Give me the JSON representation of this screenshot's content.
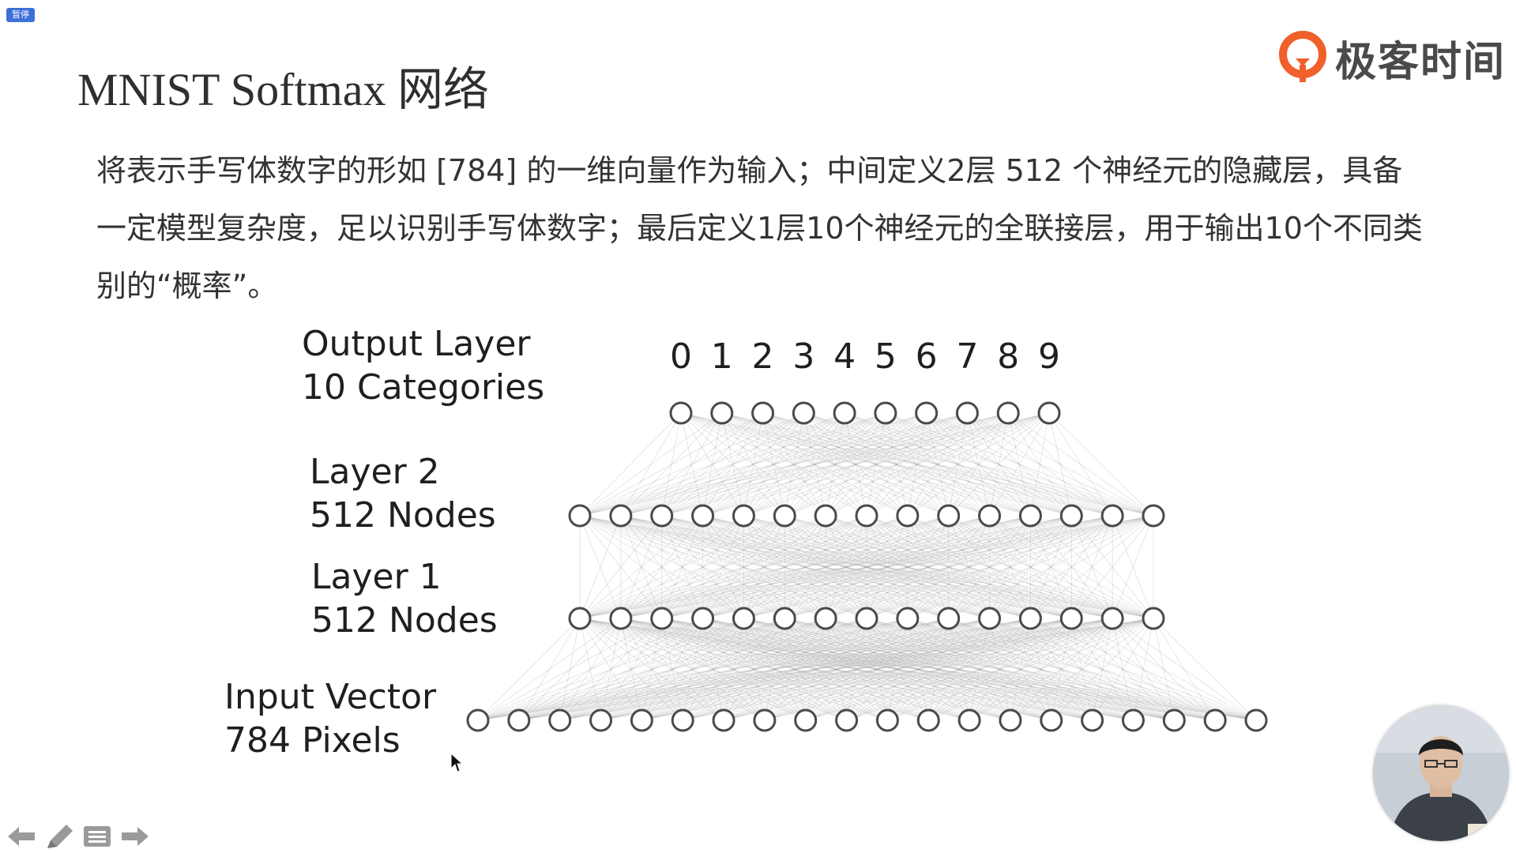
{
  "overlay": {
    "pause_label": "暂停"
  },
  "slide": {
    "title": "MNIST Softmax 网络",
    "paragraph": "将表示手写体数字的形如 [784] 的一维向量作为输入；中间定义2层 512 个神经元的隐藏层，具备一定模型复杂度，足以识别手写体数字；最后定义1层10个神经元的全联接层，用于输出10个不同类别的“概率”。"
  },
  "brand": {
    "name": "极客时间",
    "accent_color": "#f0602a"
  },
  "diagram": {
    "output_digits": [
      "0",
      "1",
      "2",
      "3",
      "4",
      "5",
      "6",
      "7",
      "8",
      "9"
    ],
    "layers": {
      "output": {
        "line1": "Output Layer",
        "line2": "10 Categories",
        "drawn_nodes": 10
      },
      "layer2": {
        "line1": "Layer 2",
        "line2": "512 Nodes",
        "drawn_nodes": 15
      },
      "layer1": {
        "line1": "Layer 1",
        "line2": "512 Nodes",
        "drawn_nodes": 15
      },
      "input": {
        "line1": "Input Vector",
        "line2": "784 Pixels",
        "drawn_nodes": 20
      }
    },
    "node_color": "#ffffff",
    "node_stroke": "#4a4a4a",
    "edge_color": "#9a9a9a"
  },
  "toolbar": {
    "icons": [
      "arrow-left-icon",
      "pen-icon",
      "menu-icon",
      "arrow-right-icon"
    ]
  }
}
